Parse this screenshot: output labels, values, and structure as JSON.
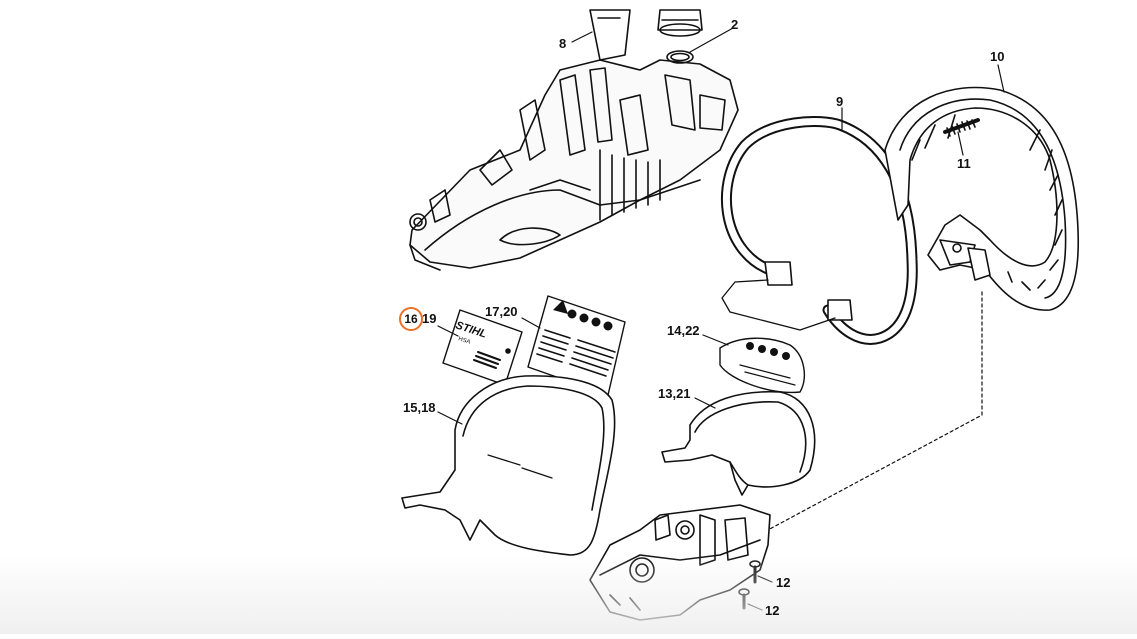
{
  "highlight_color": "#e8722a",
  "line_color": "#111111",
  "callouts": {
    "c1": "2",
    "c2": "8",
    "c3": "9",
    "c4": "10",
    "c5": "11",
    "c6": "16",
    "c7": "19",
    "c8": "17,20",
    "c9": "14,22",
    "c10": "13,21",
    "c11": "15,18",
    "c12": "12",
    "c13": "12"
  },
  "label_texts": {
    "brand": "STIHL",
    "model": "HSA"
  }
}
